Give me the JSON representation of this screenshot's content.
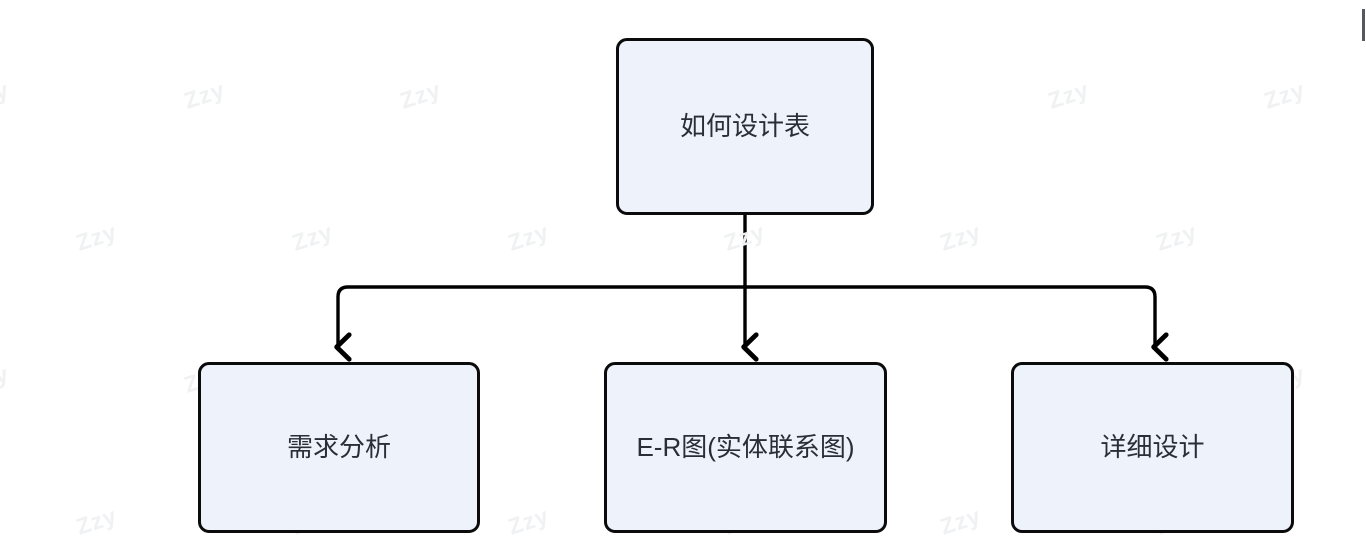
{
  "diagram": {
    "type": "flowchart",
    "direction": "top-down",
    "background_color": "#ffffff",
    "node_fill_color": "#edf2fb",
    "node_border_color": "#0b0b0b",
    "node_text_color": "#2a2e36",
    "edge_color": "#000000",
    "nodes": [
      {
        "id": "root",
        "label": "如何设计表",
        "role": "root"
      },
      {
        "id": "child-0",
        "label": "需求分析",
        "role": "leaf"
      },
      {
        "id": "child-1",
        "label": "E-R图(实体联系图)",
        "role": "leaf"
      },
      {
        "id": "child-2",
        "label": "详细设计",
        "role": "leaf"
      }
    ],
    "edges": [
      {
        "from": "root",
        "to": "child-0",
        "arrow": "down"
      },
      {
        "from": "root",
        "to": "child-1",
        "arrow": "down"
      },
      {
        "from": "root",
        "to": "child-2",
        "arrow": "down"
      }
    ]
  },
  "watermark": {
    "text": "Zzy",
    "color": "#f0f1f2",
    "rotation_deg": -18
  }
}
